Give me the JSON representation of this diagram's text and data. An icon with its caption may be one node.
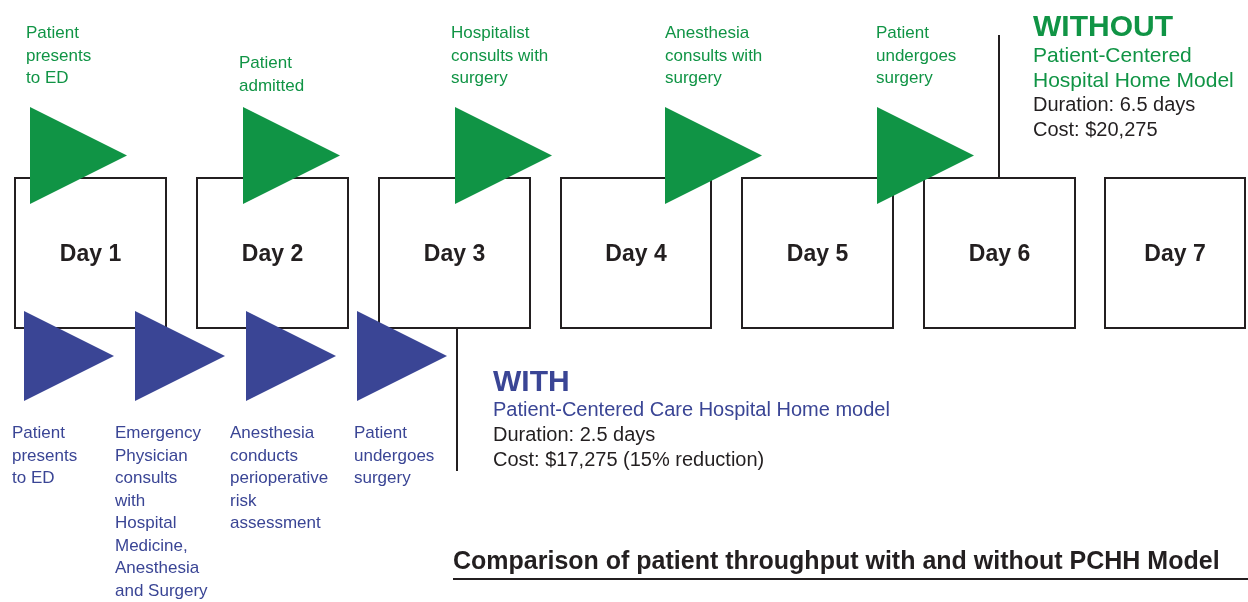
{
  "diagram": {
    "caption": "Comparison of patient throughput with and without PCHH Model",
    "nodes": [
      {
        "text": [
          "Day 1"
        ]
      },
      {
        "text": [
          "Day 2"
        ]
      },
      {
        "text": [
          "Day 3"
        ]
      },
      {
        "text": [
          "Day 4"
        ]
      },
      {
        "text": [
          "Day 5"
        ]
      },
      {
        "text": [
          "Day 6"
        ]
      },
      {
        "text": [
          "Day 7"
        ]
      },
      {
        "text": [],
        "shape": "triangle",
        "beside": [
          "Patient presents to ED"
        ]
      },
      {
        "text": [],
        "shape": "triangle",
        "beside": [
          "Patient admitted"
        ]
      },
      {
        "text": [],
        "shape": "triangle",
        "beside": [
          "Hospitalist consults with surgery"
        ]
      },
      {
        "text": [],
        "shape": "triangle",
        "beside": [
          "Anesthesia consults with surgery"
        ]
      },
      {
        "text": [],
        "shape": "triangle",
        "beside": [
          "Patient undergoes surgery"
        ]
      },
      {
        "text": [],
        "shape": "triangle",
        "beside": [
          "Patient presents to ED"
        ]
      },
      {
        "text": [],
        "shape": "triangle",
        "beside": [
          "Emergency Physician consults with Hospital Medicine, Anesthesia and Surgery"
        ]
      },
      {
        "text": [],
        "shape": "triangle",
        "beside": [
          "Anesthesia conducts perioperative risk assessment"
        ]
      },
      {
        "text": [],
        "shape": "triangle",
        "beside": [
          "Patient undergoes surgery"
        ]
      },
      {
        "text": [
          "WITHOUT",
          "Patient-Centered Hospital Home Model",
          "Duration: 6.5 days",
          "Cost: $20,275"
        ]
      },
      {
        "text": [
          "WITH",
          "Patient-Centered Care Hospital Home model",
          "Duration: 2.5 days",
          "Cost: $17,275 (15% reduction)"
        ]
      }
    ],
    "edges": [
      {
        "from": 16,
        "to": 5,
        "arrow": "none"
      },
      {
        "from": 17,
        "to": 2,
        "arrow": "none"
      }
    ]
  }
}
